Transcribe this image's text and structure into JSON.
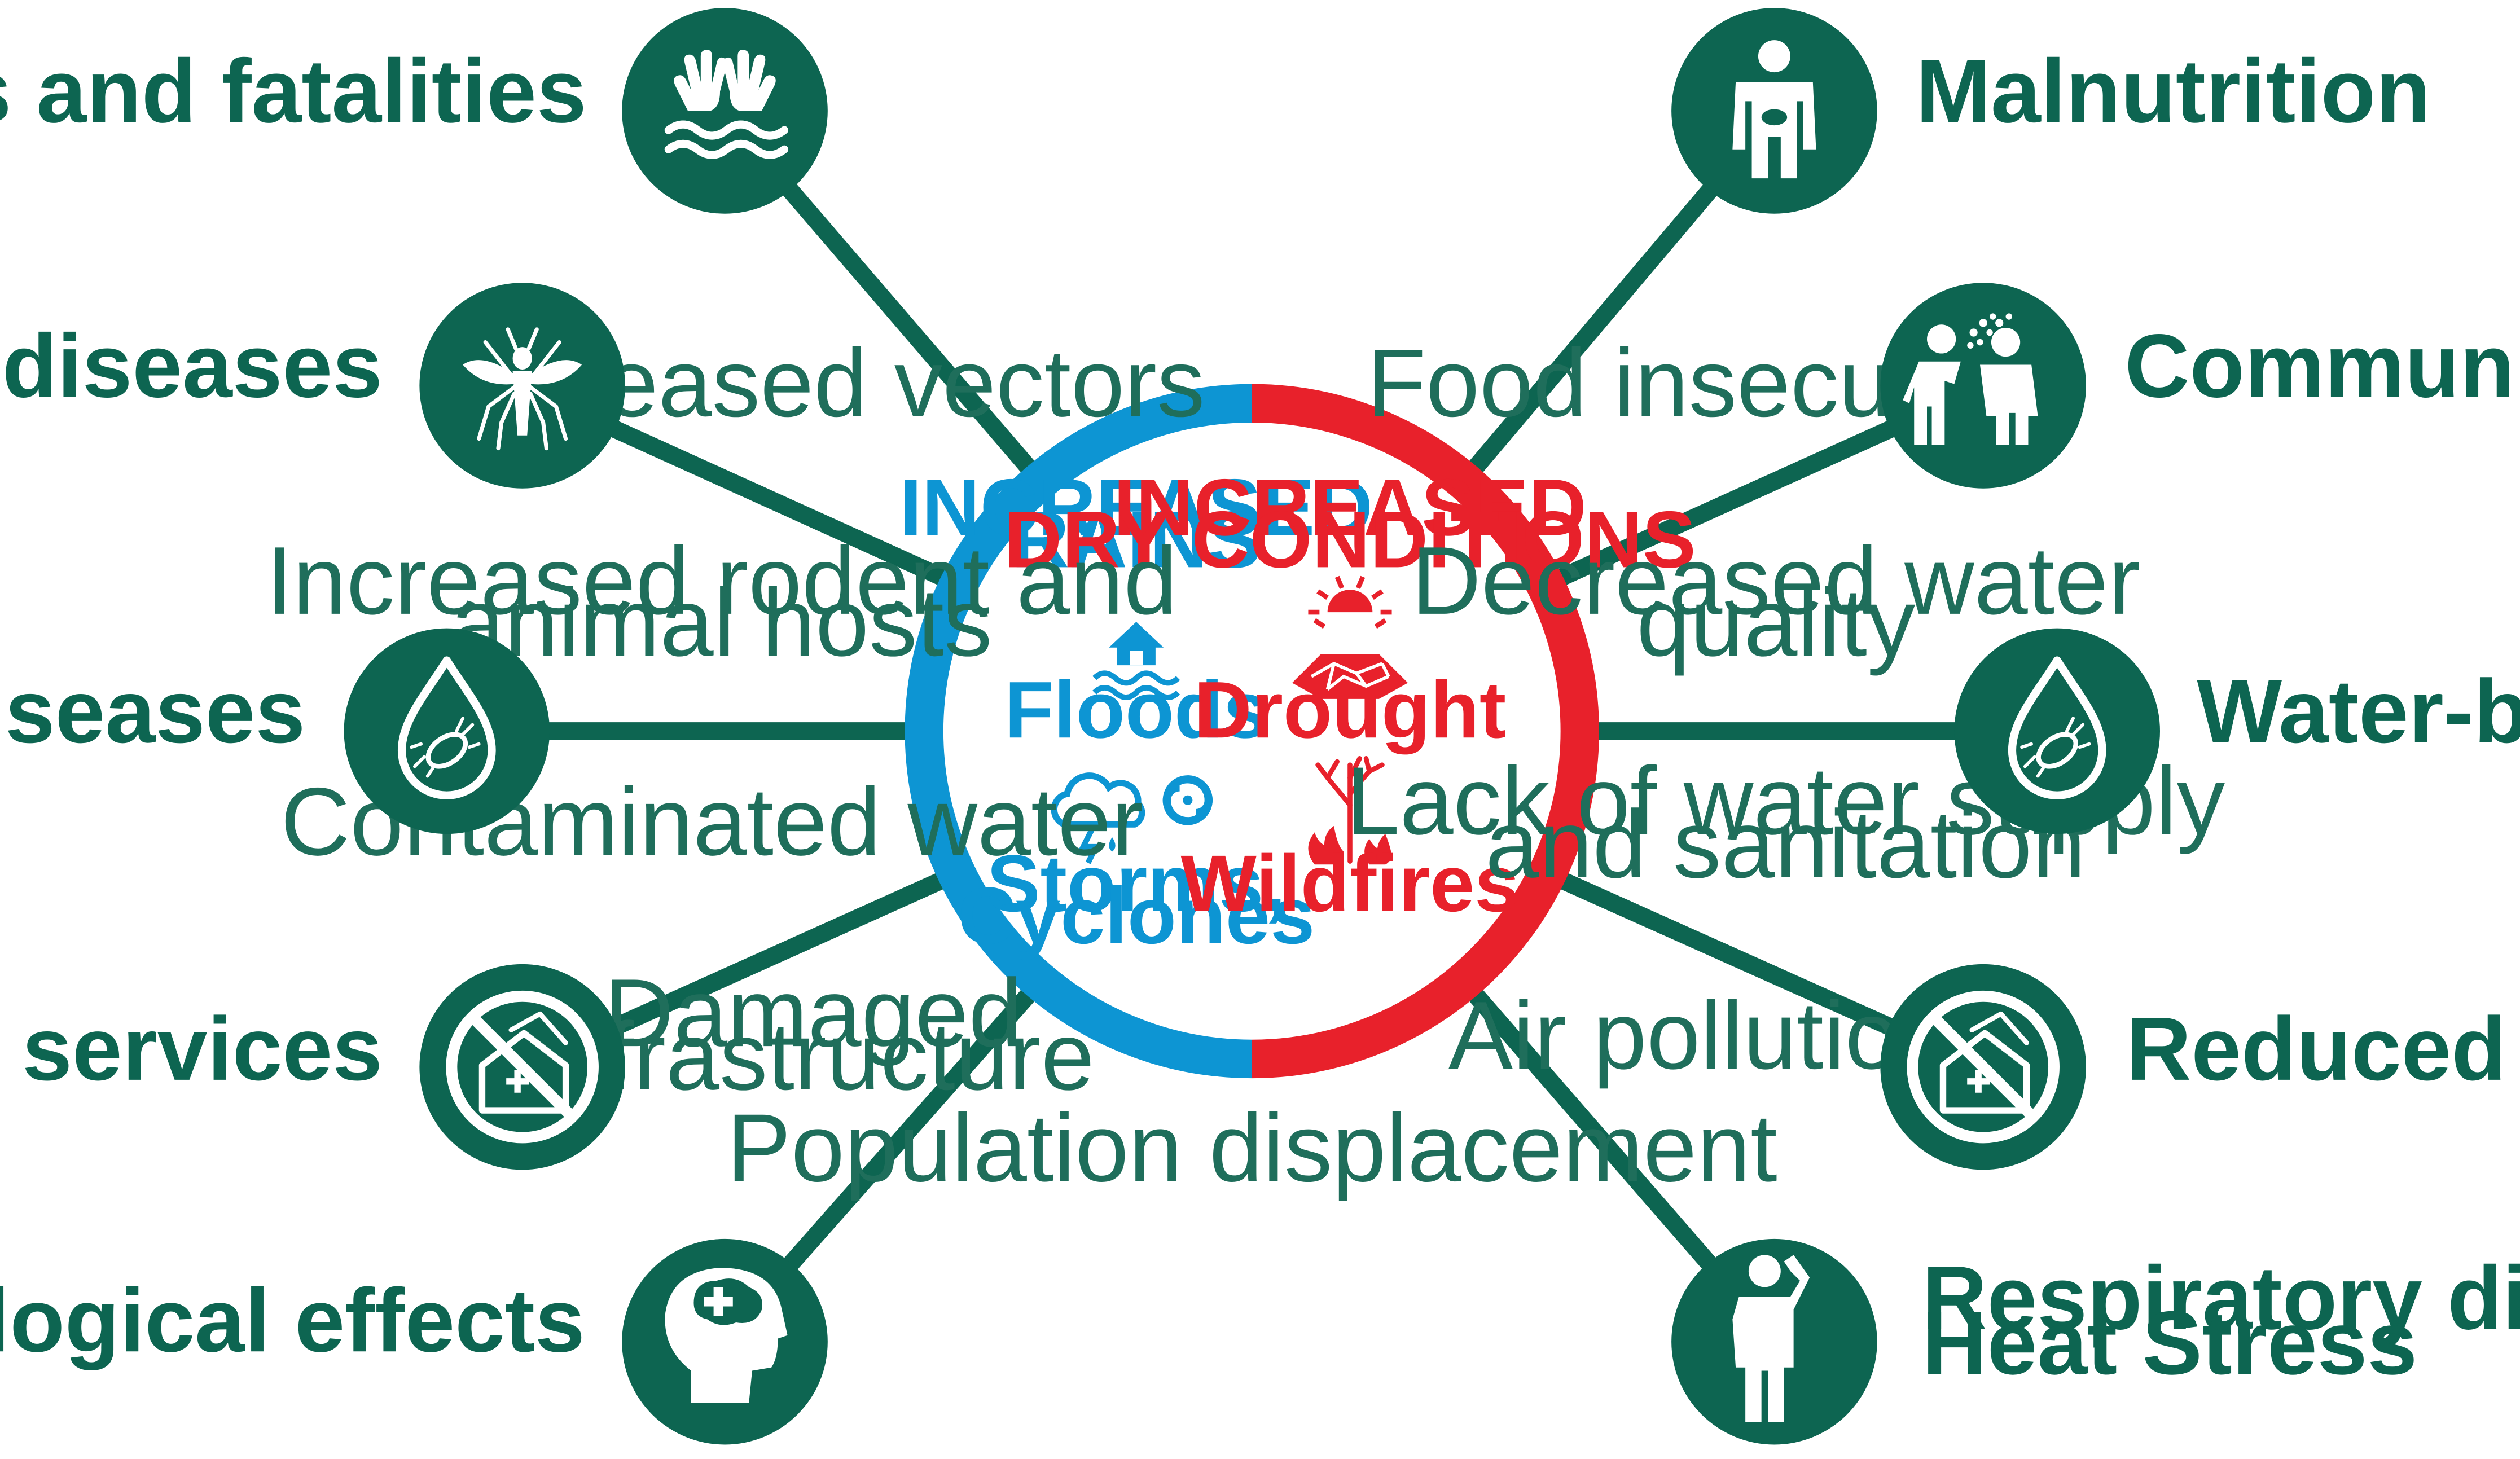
{
  "center": {
    "left_heading": [
      "INCREASED",
      "RAINS"
    ],
    "right_heading": [
      "INCREASED",
      "DRY CONDITIONS"
    ],
    "hazards": {
      "floods": "Floods",
      "storms": [
        "Storms,",
        "Cyclones"
      ],
      "drought": "Drought",
      "wildfires": "Wildfires"
    }
  },
  "pathways": {
    "increased_vectors": [
      "Increased vectors"
    ],
    "rodent_hosts": [
      "Increased rodent and",
      "animal hosts"
    ],
    "contaminated_water": [
      "Contaminated water"
    ],
    "damaged_infrastructure": [
      "Damaged",
      "infrastructure"
    ],
    "population_displacement": [
      "Population displacement"
    ],
    "food_insecurity": [
      "Food insecurity"
    ],
    "decreased_water_quality": [
      "Decreased water",
      "quality"
    ],
    "water_supply": [
      "Lack of water supply",
      "and sanitation"
    ],
    "air_pollution": [
      "Air pollution"
    ]
  },
  "outcomes": {
    "injuries": [
      "Direct injuries and fatalities"
    ],
    "vector_borne": [
      "Vector-borne diseases"
    ],
    "water_borne_left": [
      "Water-borne diseases"
    ],
    "health_services": [
      "Disruption of health services"
    ],
    "mental_health": [
      "Mental health and psychological effects"
    ],
    "malnutrition": [
      "Malnutrition"
    ],
    "communicable": [
      "Communicable diseases"
    ],
    "water_borne_right": [
      "Water-borne diseases"
    ],
    "health_care_access": [
      "Reduced acces to health care"
    ],
    "respiratory": [
      "Respiratory diseases",
      "Heat Stress"
    ]
  },
  "icons": {
    "injuries": "drowning-hands-icon",
    "vector_borne": "mosquito-icon",
    "water_borne": "water-drop-bacteria-icon",
    "health_services": "no-health-facility-icon",
    "mental_health": "head-with-cross-icon",
    "malnutrition": "person-stomach-icon",
    "communicable": "people-sneezing-icon",
    "respiratory": "person-heat-stress-icon"
  },
  "colors": {
    "green": "#0d6551",
    "rain_blue": "#0d95d3",
    "dry_red": "#e8212b"
  }
}
